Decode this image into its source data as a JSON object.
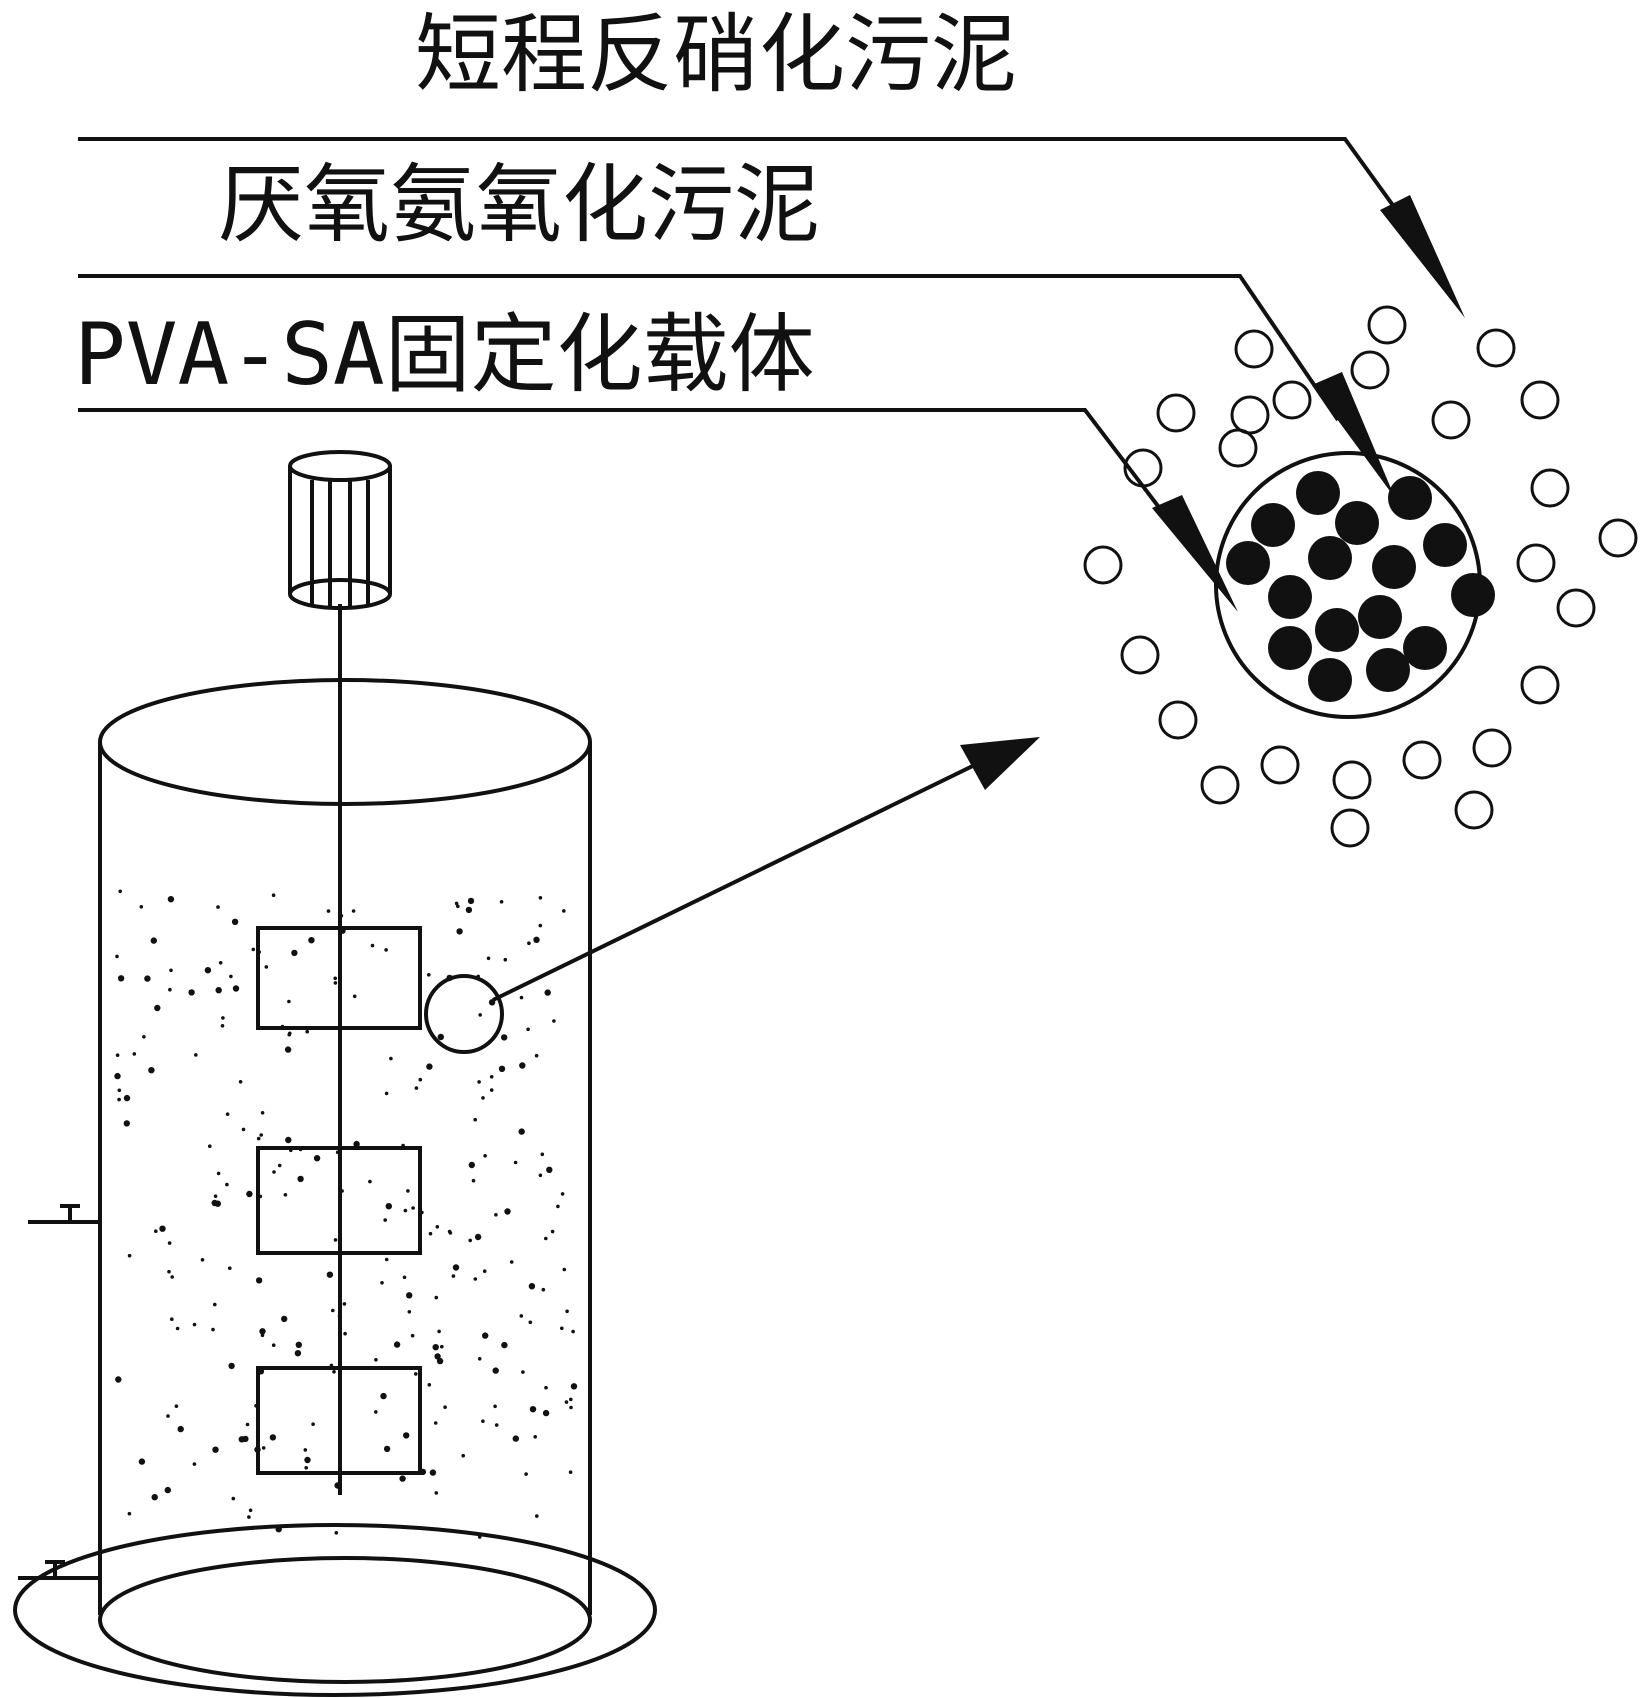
{
  "labels": {
    "short_cut_denitrification_sludge": "短程反硝化污泥",
    "anammox_sludge": "厌氧氨氧化污泥",
    "pva_sa_carrier": "PVA-SA固定化载体"
  },
  "colors": {
    "line": "#111111",
    "background": "#ffffff"
  }
}
